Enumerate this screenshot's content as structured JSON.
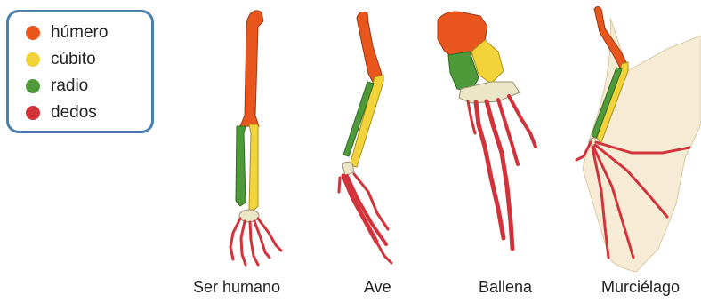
{
  "colors": {
    "humero": "#e8561e",
    "cubito": "#f2d43a",
    "radio": "#4e9a3a",
    "dedos": "#d2333a",
    "legend_border": "#4a7fae",
    "membrane": "#f6ecd6",
    "carpal": "#ece6c8"
  },
  "legend": {
    "items": [
      {
        "label": "húmero",
        "color": "#e8561e"
      },
      {
        "label": "cúbito",
        "color": "#f2d43a"
      },
      {
        "label": "radio",
        "color": "#4e9a3a"
      },
      {
        "label": "dedos",
        "color": "#d2333a"
      }
    ]
  },
  "captions": {
    "human": "Ser humano",
    "bird": "Ave",
    "whale": "Ballena",
    "bat": "Murciélago"
  }
}
